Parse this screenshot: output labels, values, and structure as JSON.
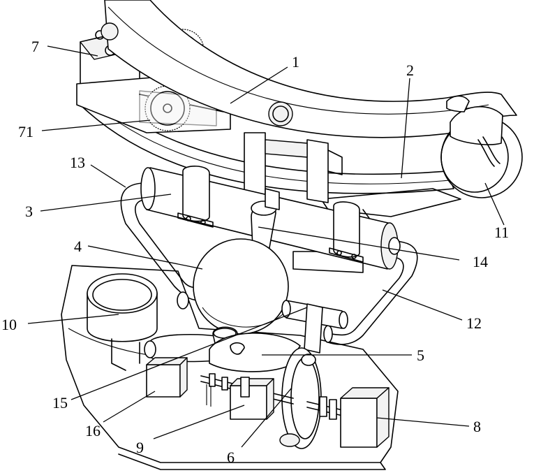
{
  "labels": {
    "l1": "1",
    "l2": "2",
    "l3": "3",
    "l4": "4",
    "l5": "5",
    "l6": "6",
    "l7": "7",
    "l8": "8",
    "l9": "9",
    "l10": "10",
    "l11": "11",
    "l12": "12",
    "l13": "13",
    "l14": "14",
    "l15": "15",
    "l16": "16",
    "l71": "71"
  }
}
